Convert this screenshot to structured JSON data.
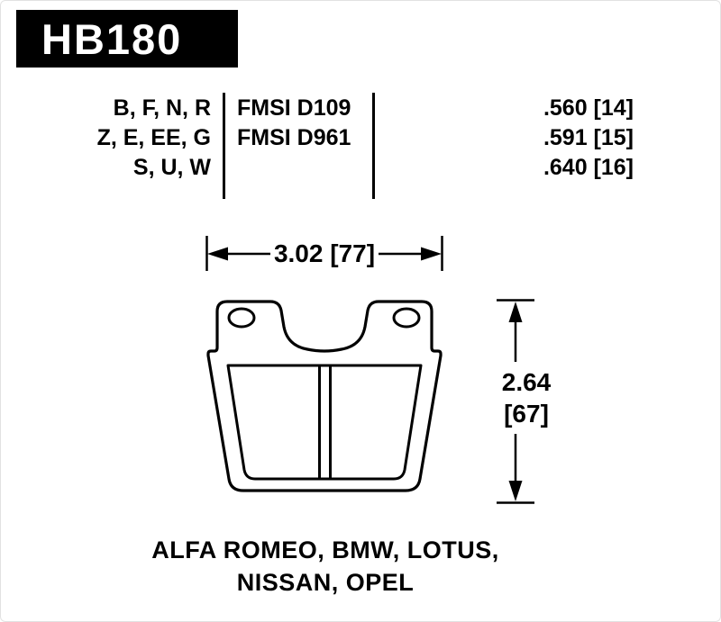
{
  "header": {
    "part_number": "HB180"
  },
  "spec_table": {
    "compound_rows": [
      "B, F, N, R",
      "Z, E, EE, G",
      "S, U, W"
    ],
    "fmsi_rows": [
      "FMSI D109",
      "FMSI D961"
    ],
    "thickness_rows": [
      ".560 [14]",
      ".591 [15]",
      ".640 [16]"
    ]
  },
  "dimensions": {
    "width_label": "3.02 [77]",
    "height_label_line1": "2.64",
    "height_label_line2": "[67]"
  },
  "applications": {
    "line1": "ALFA ROMEO, BMW, LOTUS,",
    "line2": "NISSAN, OPEL"
  },
  "colors": {
    "ink": "#000000",
    "background": "#ffffff",
    "header_bg": "#000000",
    "header_text": "#ffffff"
  }
}
